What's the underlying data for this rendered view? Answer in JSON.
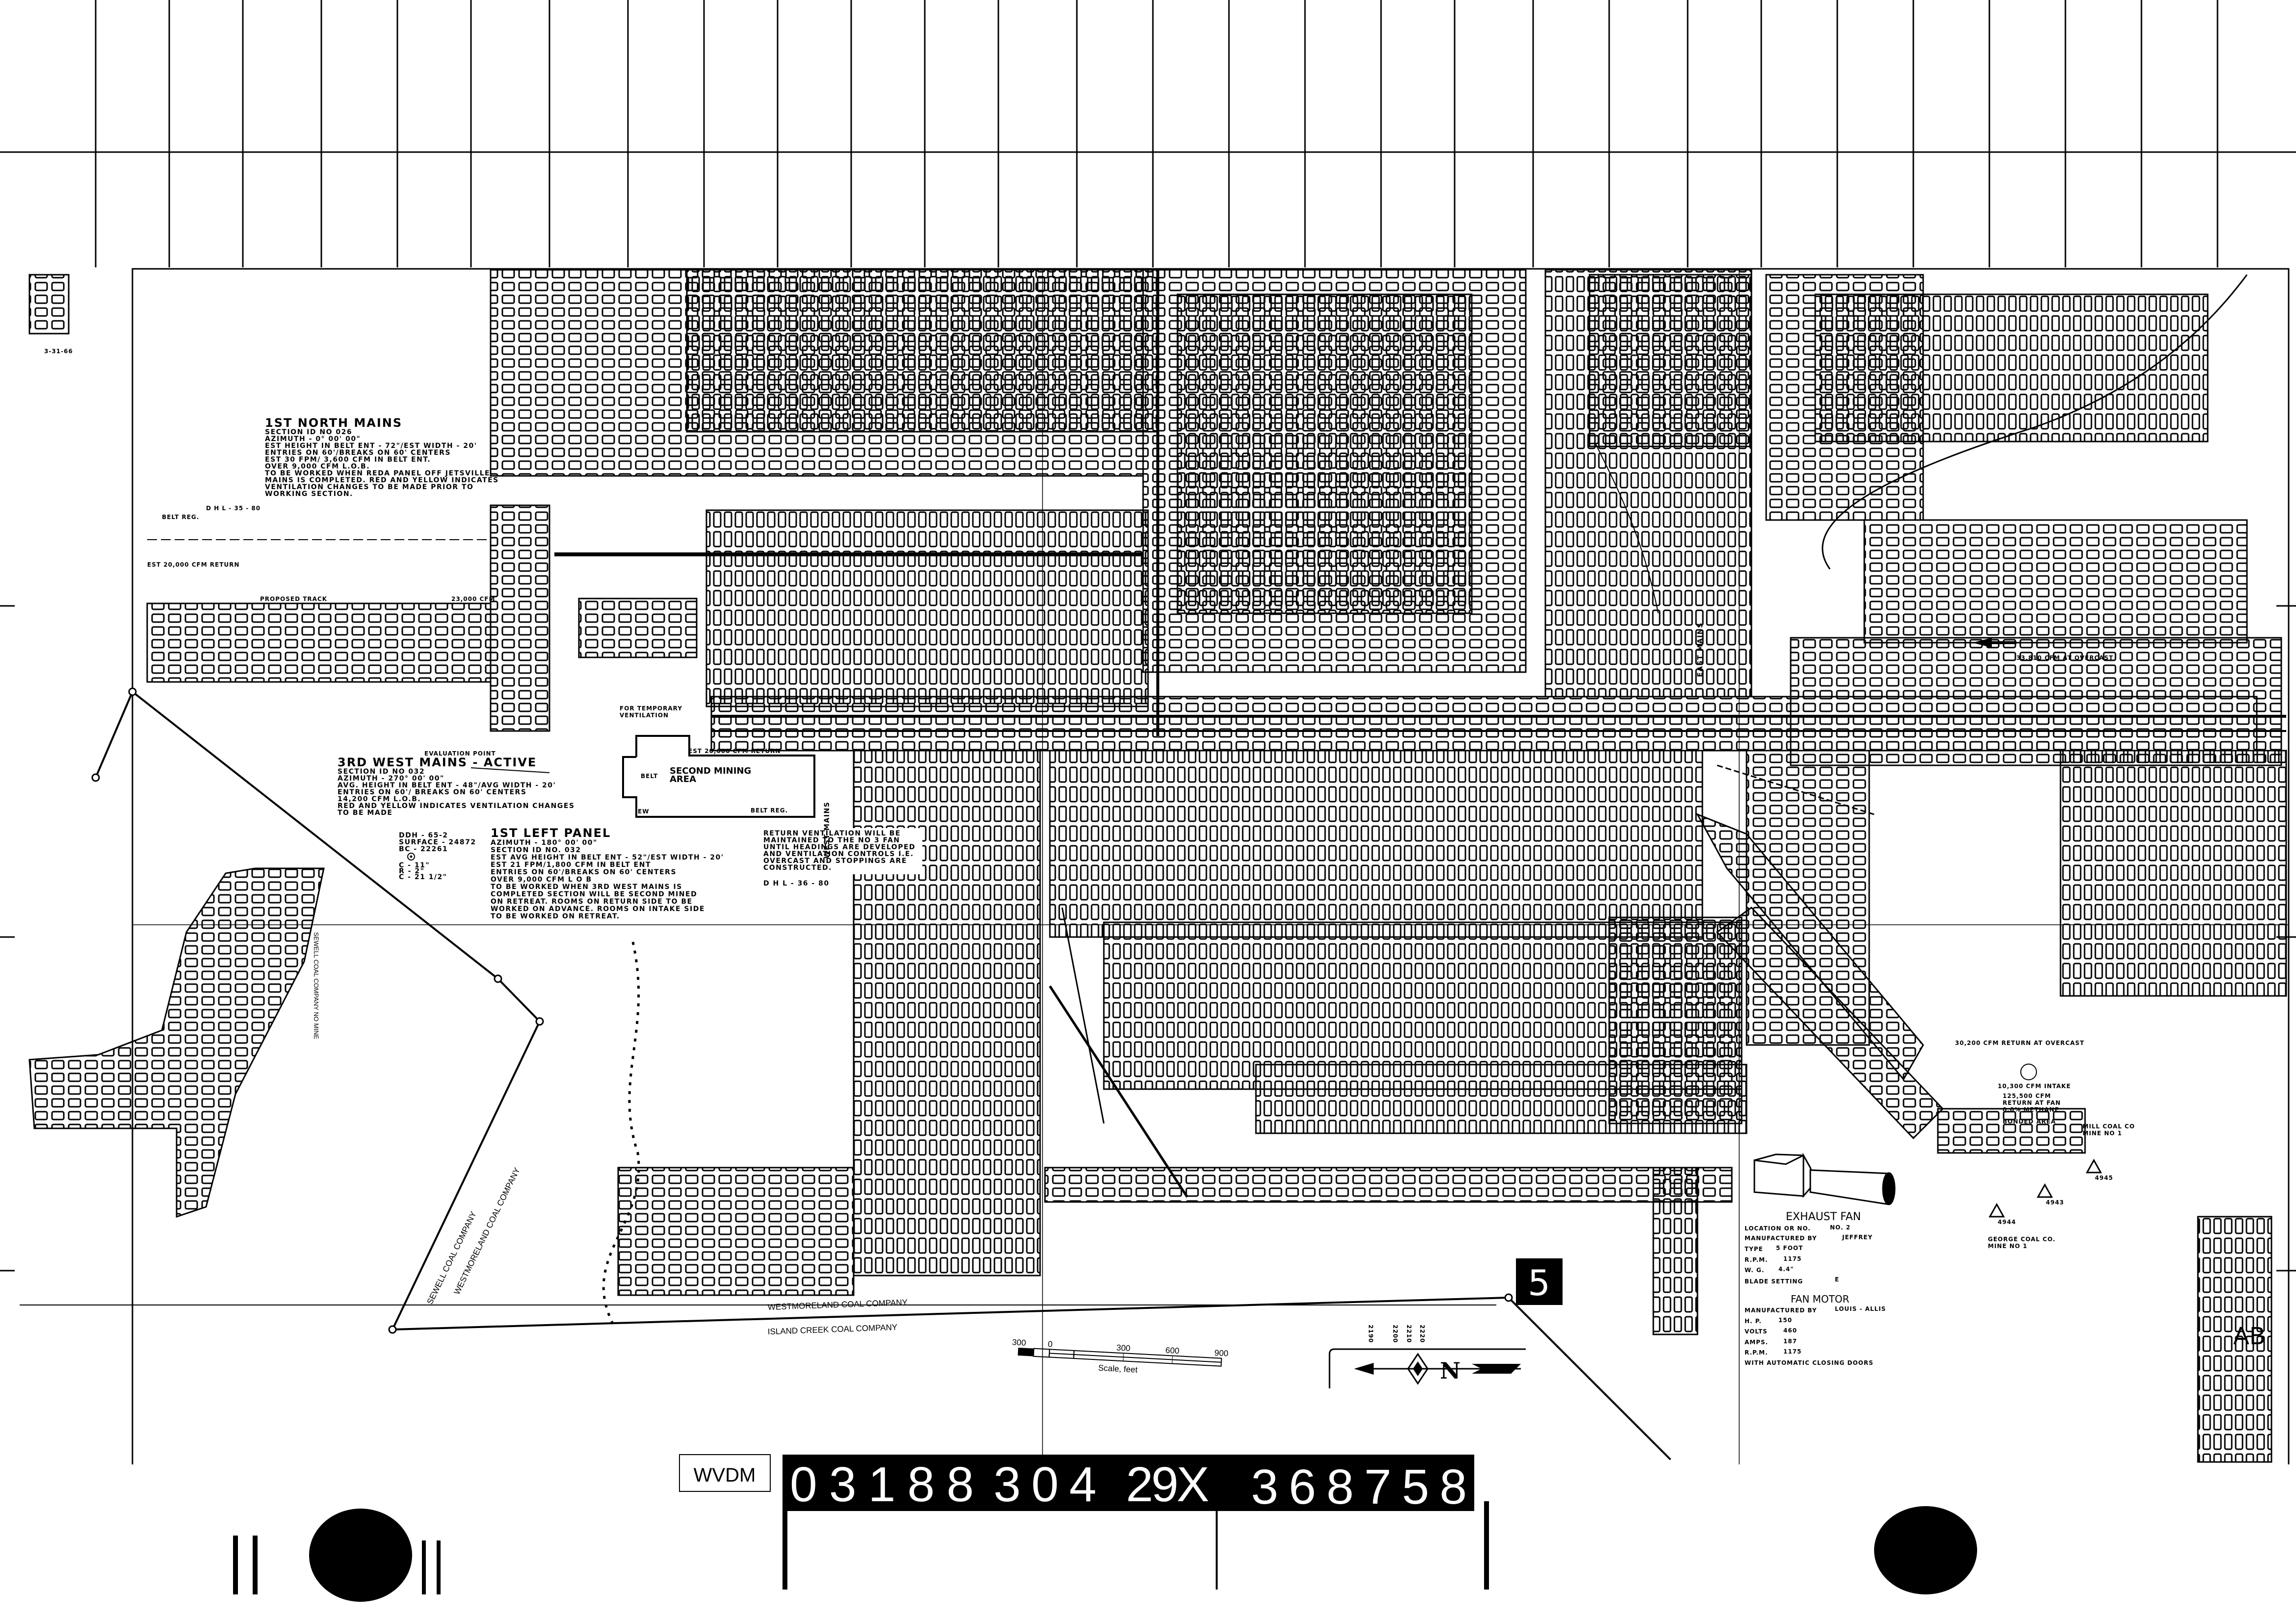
{
  "north_mains": {
    "title": "1ST NORTH MAINS",
    "lines": [
      "SECTION ID NO 026",
      "AZIMUTH - 0° 00' 00\"",
      "EST HEIGHT IN BELT ENT - 72\"/EST WIDTH - 20'",
      "ENTRIES ON 60'/BREAKS ON 60' CENTERS",
      "EST 30 FPM/ 3,600 CFM IN BELT ENT.",
      "OVER 9,000 CFM L.O.B.",
      "TO BE WORKED WHEN REDA PANEL OFF JETSVILLE",
      "MAINS IS COMPLETED. RED AND YELLOW INDICATES",
      "VENTILATION CHANGES TO BE MADE PRIOR TO",
      "WORKING SECTION."
    ]
  },
  "west_mains": {
    "pre": "EVALUATION POINT",
    "title": "3RD WEST MAINS - ACTIVE",
    "lines": [
      "SECTION ID NO 032",
      "AZIMUTH - 270° 00' 00\"",
      "AVG. HEIGHT IN BELT ENT - 48\"/AVG WIDTH - 20'",
      "ENTRIES ON 60'/ BREAKS ON 60' CENTERS",
      "14,200 CFM L.O.B.",
      "RED AND YELLOW INDICATES VENTILATION CHANGES",
      "TO BE MADE"
    ]
  },
  "left_panel": {
    "title": "1ST LEFT PANEL",
    "lines": [
      "AZIMUTH - 180° 00' 00\"",
      "SECTION ID NO. 032",
      "EST AVG HEIGHT IN BELT ENT - 52\"/EST WIDTH - 20'",
      "EST 21 FPM/1,800 CFM IN BELT ENT",
      "ENTRIES ON 60'/BREAKS ON 60' CENTERS",
      "OVER 9,000 CFM L O B",
      "TO BE WORKED WHEN 3RD WEST MAINS IS",
      "COMPLETED SECTION WILL BE SECOND MINED",
      "ON RETREAT. ROOMS ON RETURN SIDE TO BE",
      "WORKED ON ADVANCE. ROOMS ON INTAKE SIDE",
      "TO BE WORKED ON RETREAT."
    ]
  },
  "borehole": {
    "lines": [
      "DDH - 65-2",
      "SURFACE - 24872",
      "BC - 22261",
      "C - 11\"",
      "R - 2\"",
      "C - 21 1/2\""
    ]
  },
  "ddh_label": "D H L - 36 - 80",
  "return_vent": {
    "lines": [
      "RETURN VENTILATION WILL BE",
      "MAINTAINED TO THE NO 3 FAN",
      "UNTIL HEADINGS ARE DEVELOPED",
      "AND VENTILATION CONTROLS I.E.",
      "OVERCAST AND STOPPINGS ARE",
      "CONSTRUCTED."
    ]
  },
  "second_mining": {
    "title": [
      "SECOND MINING",
      "AREA"
    ],
    "belt": "BELT",
    "belt_reg": "BELT REG.",
    "ew": "EW",
    "return": "EST 20,000 CFM RETURN",
    "temp": [
      "FOR TEMPORARY",
      "VENTILATION"
    ]
  },
  "misc_labels": {
    "belt_reg_left": "BELT REG.",
    "est_return_left": "EST 20,000 CFM RETURN",
    "proposed_track": "PROPOSED TRACK",
    "cfm_23000": "23,000 CFM",
    "dh_top": "D H L - 35 - 80",
    "date_tl": "3-31-66",
    "east_mains": "EAST MAINS",
    "west_mains_v": "WEST MAINS",
    "cfm_33810": "33,810 CFM AT OVERCAST",
    "cfm_return": "30,200 CFM RETURN AT OVERCAST",
    "cfm_intake": "10,300 CFM INTAKE",
    "fan_return": [
      "125,500 CFM",
      "RETURN AT FAN",
      "0.0% METHANE"
    ],
    "bonded": "BONDED AREA",
    "mill": [
      "MILL COAL CO",
      "MINE NO 1"
    ],
    "george": [
      "GEORGE COAL CO.",
      "MINE NO 1"
    ],
    "stations": [
      "4945",
      "4943",
      "4944"
    ],
    "ab": "AB",
    "sheet_number": "5",
    "contours": [
      "2190",
      "2200",
      "2210",
      "2220"
    ]
  },
  "companies": {
    "westmoreland": "WESTMORELAND COAL COMPANY",
    "island_creek": "ISLAND CREEK COAL COMPANY",
    "sewell": "SEWELL COAL COMPANY",
    "westmoreland_v": "WESTMORELAND COAL COMPANY",
    "sewell_nomine": "SEWELL COAL COMPANY NO MINE"
  },
  "scale": {
    "ticks": [
      "300",
      "0",
      "300",
      "600",
      "900"
    ],
    "label": "Scale, feet"
  },
  "exhaust_fan": {
    "title": "EXHAUST FAN",
    "rows": [
      [
        "LOCATION OR NO.",
        "NO. 2"
      ],
      [
        "MANUFACTURED BY",
        "JEFFREY"
      ],
      [
        "TYPE",
        "5 FOOT"
      ],
      [
        "R.P.M.",
        "1175"
      ],
      [
        "W. G.",
        "4.4\""
      ],
      [
        "BLADE SETTING",
        "E"
      ]
    ]
  },
  "fan_motor": {
    "title": "FAN MOTOR",
    "rows": [
      [
        "MANUFACTURED BY",
        "LOUIS - ALLIS"
      ],
      [
        "H. P.",
        "150"
      ],
      [
        "VOLTS",
        "460"
      ],
      [
        "AMPS.",
        "187"
      ],
      [
        "R.P.M.",
        "1175"
      ]
    ],
    "footer": "WITH AUTOMATIC CLOSING DOORS"
  },
  "id_strip": {
    "prefix": "WVDM",
    "groups": [
      "03188",
      "304",
      "29X",
      "368758"
    ]
  }
}
